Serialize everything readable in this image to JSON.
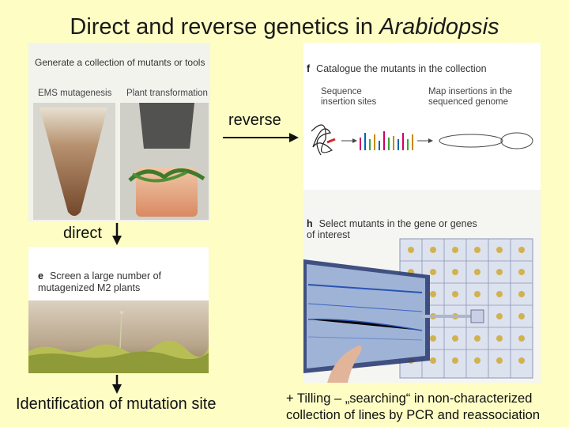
{
  "title": {
    "main": "Direct and reverse genetics in ",
    "species": "Arabidopsis"
  },
  "panel_generate": {
    "header": "Generate a collection of mutants or tools",
    "left_label": "EMS mutagenesis",
    "right_label": "Plant transformation"
  },
  "panel_f": {
    "letter": "f",
    "header": "Catalogue the mutants in the collection",
    "col1_line1": "Sequence",
    "col1_line2": "insertion sites",
    "col2_line1": "Map insertions in the",
    "col2_line2": "sequenced genome"
  },
  "panel_h": {
    "letter": "h",
    "header_line1": "Select mutants in the gene or genes",
    "header_line2": "of interest"
  },
  "panel_e": {
    "letter": "e",
    "header_line1": "Screen a large number of",
    "header_line2": "mutagenized M2 plants"
  },
  "labels": {
    "reverse": "reverse",
    "direct": "direct",
    "identification": "Identification of mutation site",
    "tilling_line1": "+ Tilling – „searching“ in non-characterized",
    "tilling_line2": "collection of lines by PCR and reassociation"
  },
  "colors": {
    "background": "#fdfdc4",
    "panel": "#ffffff",
    "arrow": "#111111",
    "accent_red": "#cc2a2a"
  }
}
